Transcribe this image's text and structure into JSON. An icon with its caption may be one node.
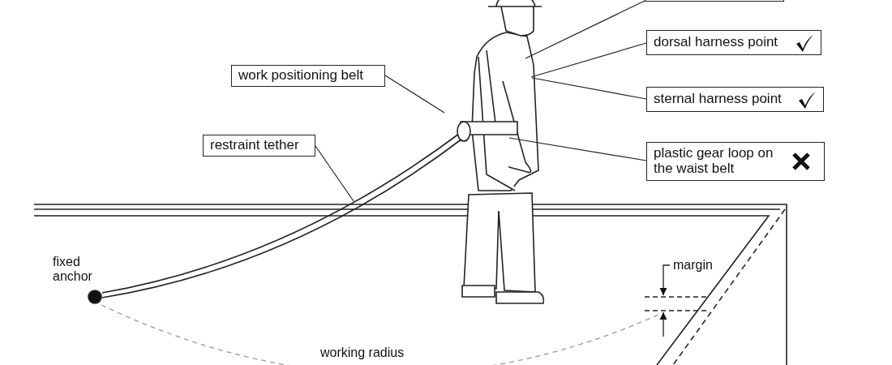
{
  "diagram": {
    "nodes": [
      {
        "text": [],
        "shape": "box"
      },
      {
        "text": [
          "dorsal harness point"
        ]
      },
      {
        "text": [
          "sternal harness point"
        ]
      },
      {
        "text": [
          "work positioning belt"
        ]
      },
      {
        "text": [
          "restraint tether"
        ]
      },
      {
        "text": [
          "plastic gear loop on the waist belt"
        ]
      }
    ],
    "edges": [
      {
        "from": 0,
        "to": null,
        "arrow": "none"
      },
      {
        "from": 1,
        "to": null,
        "arrow": "none"
      },
      {
        "from": 2,
        "to": null,
        "arrow": "none"
      },
      {
        "from": 3,
        "to": null,
        "arrow": "none"
      },
      {
        "from": 4,
        "to": null,
        "arrow": "none"
      },
      {
        "from": 5,
        "to": null,
        "arrow": "none"
      }
    ],
    "labels": [
      "fixed anchor",
      "margin",
      "working radius"
    ]
  }
}
